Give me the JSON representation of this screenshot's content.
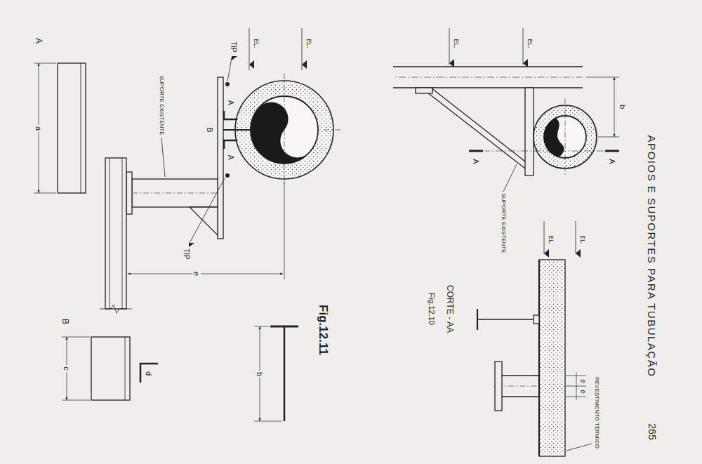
{
  "diagram": {
    "title": "APOIOS E SUPORTES PARA TUBULAÇÃO",
    "labels": [
      "265",
      "EL.",
      "EL.",
      "b",
      "A",
      "REVESTIMENTO TÉRMICO",
      "e",
      "e",
      "EL.",
      "EL.",
      "SUPORTE EXISTENTE",
      "A",
      "CORTE - AA",
      "Fig.12.10",
      "Fig.12.11",
      "EL.",
      "EL.",
      "TIP",
      "A",
      "A",
      "B",
      "TIP",
      "b",
      "e",
      "SUPORTE EXISTENTE",
      "d",
      "B",
      "c",
      "A",
      "a"
    ]
  }
}
